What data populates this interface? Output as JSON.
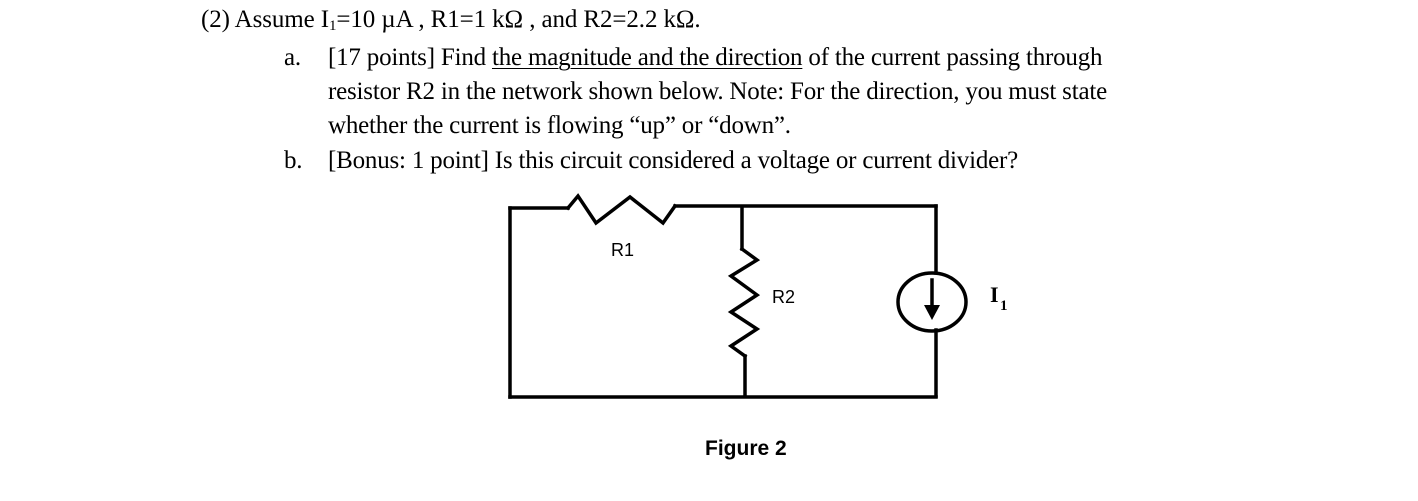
{
  "question": {
    "heading_prefix": "(2) Assume I",
    "heading_sub": "1",
    "heading_rest": "=10 µA , R1=1 kΩ , and R2=2.2 kΩ.",
    "items": [
      {
        "marker": "a.",
        "line1_before": "[17 points] Find ",
        "line1_underlined": "the magnitude and the direction",
        "line1_after": " of the current passing through",
        "line2": "resistor R2 in the network shown below. Note: For the direction, you must state",
        "line3": "whether the current is flowing “up” or “down”."
      },
      {
        "marker": "b.",
        "line1": "[Bonus: 1 point] Is this circuit considered a voltage or current divider?"
      }
    ]
  },
  "figure": {
    "caption": "Figure 2",
    "components": {
      "r1_label": "R1",
      "r2_label": "R2",
      "source_label": "I",
      "source_label_sub": "1",
      "source_arrow_direction": "down"
    }
  }
}
